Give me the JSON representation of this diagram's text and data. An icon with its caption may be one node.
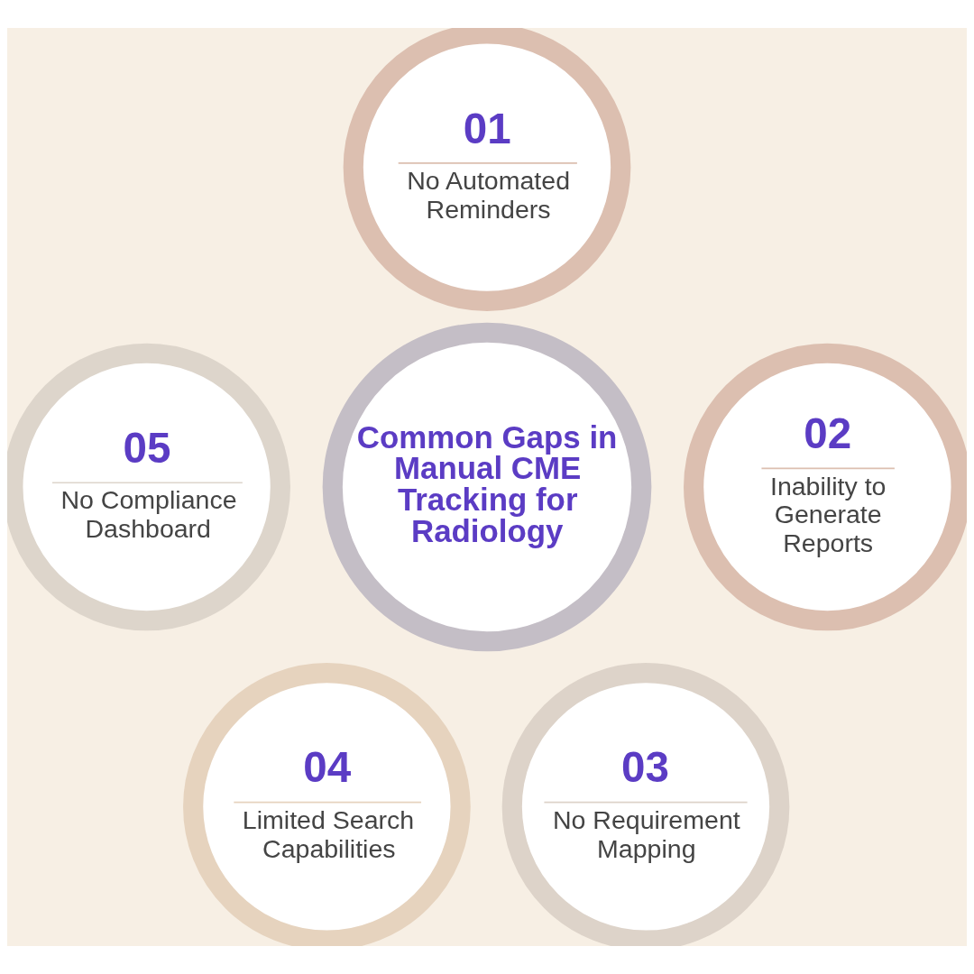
{
  "diagram": {
    "nodes": [
      {
        "text": [
          "Common Gaps in Manual CME Tracking for Radiology"
        ]
      },
      {
        "text": [
          "01",
          "No Automated Reminders"
        ]
      },
      {
        "text": [
          "02",
          "Inability to Generate Reports"
        ]
      },
      {
        "text": [
          "03",
          "No Requirement Mapping"
        ]
      },
      {
        "text": [
          "04",
          "Limited Search Capabilities"
        ]
      },
      {
        "text": [
          "05",
          "No Compliance Dashboard"
        ]
      }
    ],
    "edges": []
  }
}
